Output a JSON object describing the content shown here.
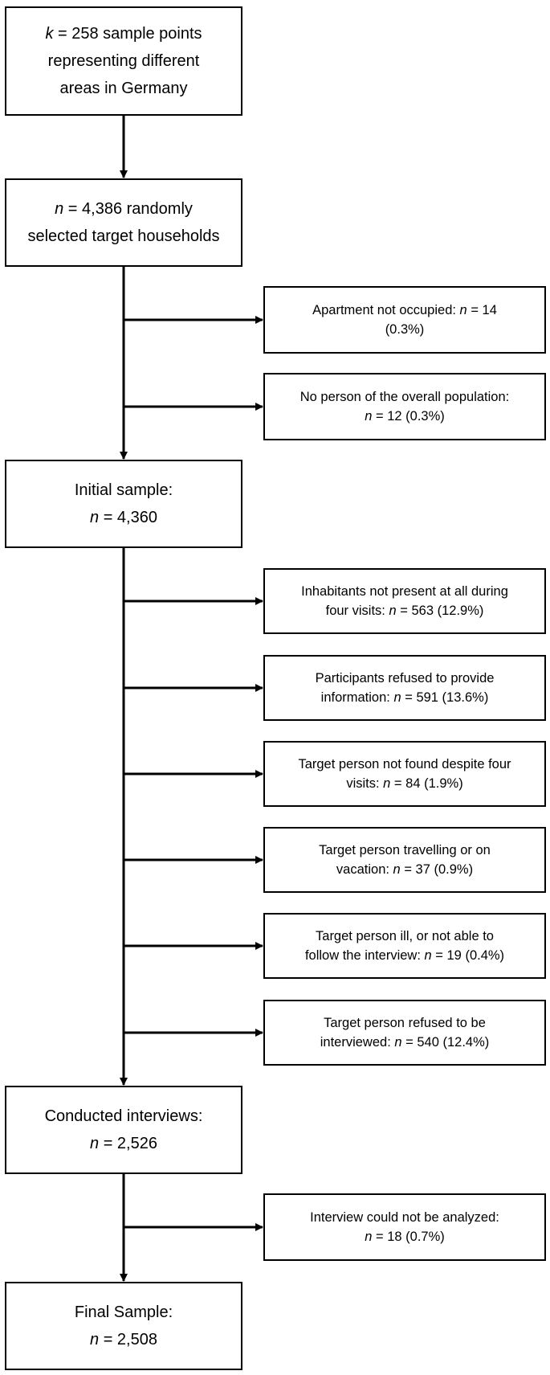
{
  "flowchart": {
    "main_boxes": [
      {
        "id": "sample-points",
        "lines": [
          [
            {
              "t": "k",
              "i": true
            },
            {
              "t": " = 258 sample points"
            }
          ],
          [
            {
              "t": "representing different"
            }
          ],
          [
            {
              "t": "areas in Germany"
            }
          ]
        ]
      },
      {
        "id": "target-households",
        "lines": [
          [
            {
              "t": "n",
              "i": true
            },
            {
              "t": " = 4,386 randomly"
            }
          ],
          [
            {
              "t": "selected target households"
            }
          ]
        ]
      },
      {
        "id": "initial-sample",
        "lines": [
          [
            {
              "t": "Initial sample:"
            }
          ],
          [
            {
              "t": "n",
              "i": true
            },
            {
              "t": " = 4,360"
            }
          ]
        ]
      },
      {
        "id": "conducted-interviews",
        "lines": [
          [
            {
              "t": "Conducted interviews:"
            }
          ],
          [
            {
              "t": "n",
              "i": true
            },
            {
              "t": " = 2,526"
            }
          ]
        ]
      },
      {
        "id": "final-sample",
        "lines": [
          [
            {
              "t": "Final Sample:"
            }
          ],
          [
            {
              "t": "n",
              "i": true
            },
            {
              "t": " = 2,508"
            }
          ]
        ]
      }
    ],
    "exclusion_boxes": [
      {
        "id": "apartment-not-occupied",
        "lines": [
          [
            {
              "t": "Apartment not occupied: "
            },
            {
              "t": "n",
              "i": true
            },
            {
              "t": " = 14"
            }
          ],
          [
            {
              "t": "(0.3%)"
            }
          ]
        ]
      },
      {
        "id": "no-person-population",
        "lines": [
          [
            {
              "t": "No person of the overall population:"
            }
          ],
          [
            {
              "t": "n",
              "i": true
            },
            {
              "t": " = 12 (0.3%)"
            }
          ]
        ]
      },
      {
        "id": "inhabitants-not-present",
        "lines": [
          [
            {
              "t": "Inhabitants not present at all during"
            }
          ],
          [
            {
              "t": "four visits: "
            },
            {
              "t": "n",
              "i": true
            },
            {
              "t": " = 563 (12.9%)"
            }
          ]
        ]
      },
      {
        "id": "participants-refused",
        "lines": [
          [
            {
              "t": "Participants refused to provide"
            }
          ],
          [
            {
              "t": "information: "
            },
            {
              "t": "n",
              "i": true
            },
            {
              "t": " = 591 (13.6%)"
            }
          ]
        ]
      },
      {
        "id": "target-not-found",
        "lines": [
          [
            {
              "t": "Target person not found despite four"
            }
          ],
          [
            {
              "t": "visits: "
            },
            {
              "t": "n",
              "i": true
            },
            {
              "t": " = 84 (1.9%)"
            }
          ]
        ]
      },
      {
        "id": "target-travelling",
        "lines": [
          [
            {
              "t": "Target person travelling or on"
            }
          ],
          [
            {
              "t": "vacation: "
            },
            {
              "t": "n",
              "i": true
            },
            {
              "t": " = 37 (0.9%)"
            }
          ]
        ]
      },
      {
        "id": "target-ill",
        "lines": [
          [
            {
              "t": "Target person ill, or not able to"
            }
          ],
          [
            {
              "t": "follow the interview: "
            },
            {
              "t": "n",
              "i": true
            },
            {
              "t": " = 19 (0.4%)"
            }
          ]
        ]
      },
      {
        "id": "target-refused",
        "lines": [
          [
            {
              "t": "Target person refused to be"
            }
          ],
          [
            {
              "t": "interviewed: "
            },
            {
              "t": "n",
              "i": true
            },
            {
              "t": " = 540 (12.4%)"
            }
          ]
        ]
      },
      {
        "id": "interview-not-analyzed",
        "lines": [
          [
            {
              "t": "Interview could not be analyzed:"
            }
          ],
          [
            {
              "t": "n",
              "i": true
            },
            {
              "t": " = 18 (0.7%)"
            }
          ]
        ]
      }
    ]
  }
}
